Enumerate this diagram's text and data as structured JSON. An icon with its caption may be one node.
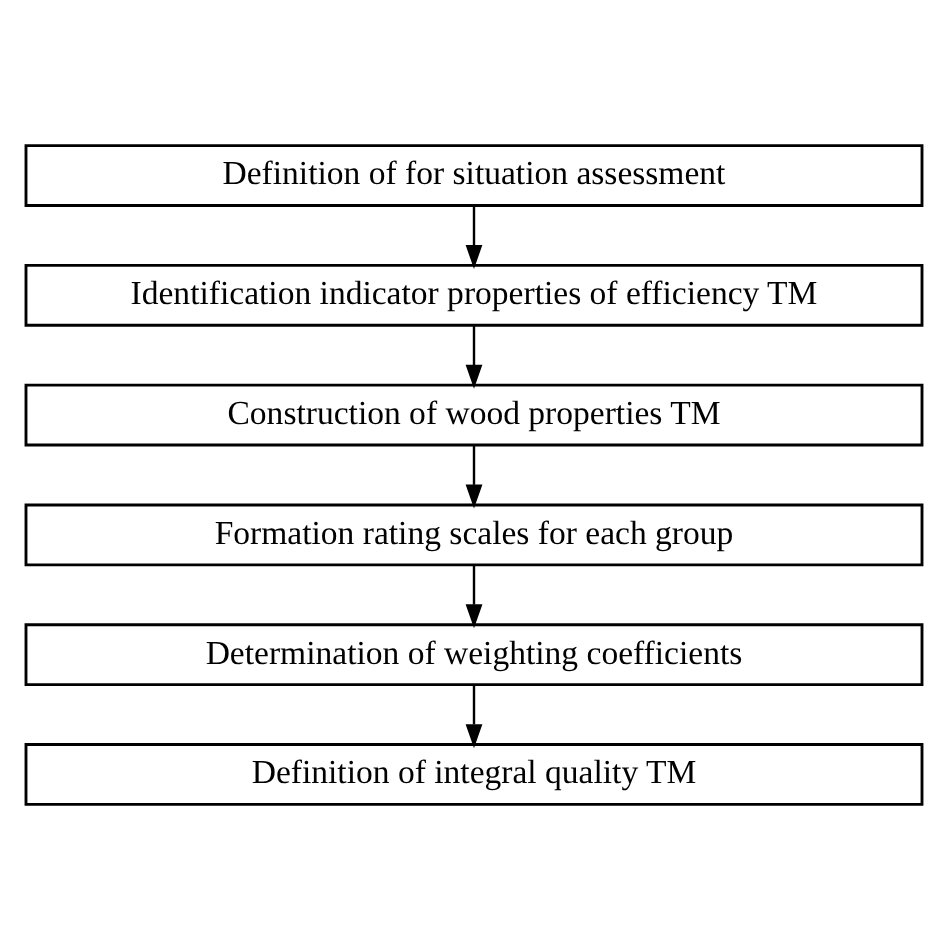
{
  "diagram": {
    "nodes": [
      {
        "text": [
          "Definition of for situation assessment"
        ]
      },
      {
        "text": [
          "Identification indicator properties of efficiency TM"
        ]
      },
      {
        "text": [
          "Construction of wood properties TM"
        ]
      },
      {
        "text": [
          "Formation rating scales for each group"
        ]
      },
      {
        "text": [
          "Determination of weighting coefficients"
        ]
      },
      {
        "text": [
          "Definition of integral quality TM"
        ]
      }
    ],
    "edges": [
      {
        "from": 0,
        "to": 1,
        "arrow": "to"
      },
      {
        "from": 1,
        "to": 2,
        "arrow": "to"
      },
      {
        "from": 2,
        "to": 3,
        "arrow": "to"
      },
      {
        "from": 3,
        "to": 4,
        "arrow": "to"
      },
      {
        "from": 4,
        "to": 5,
        "arrow": "to"
      }
    ]
  }
}
